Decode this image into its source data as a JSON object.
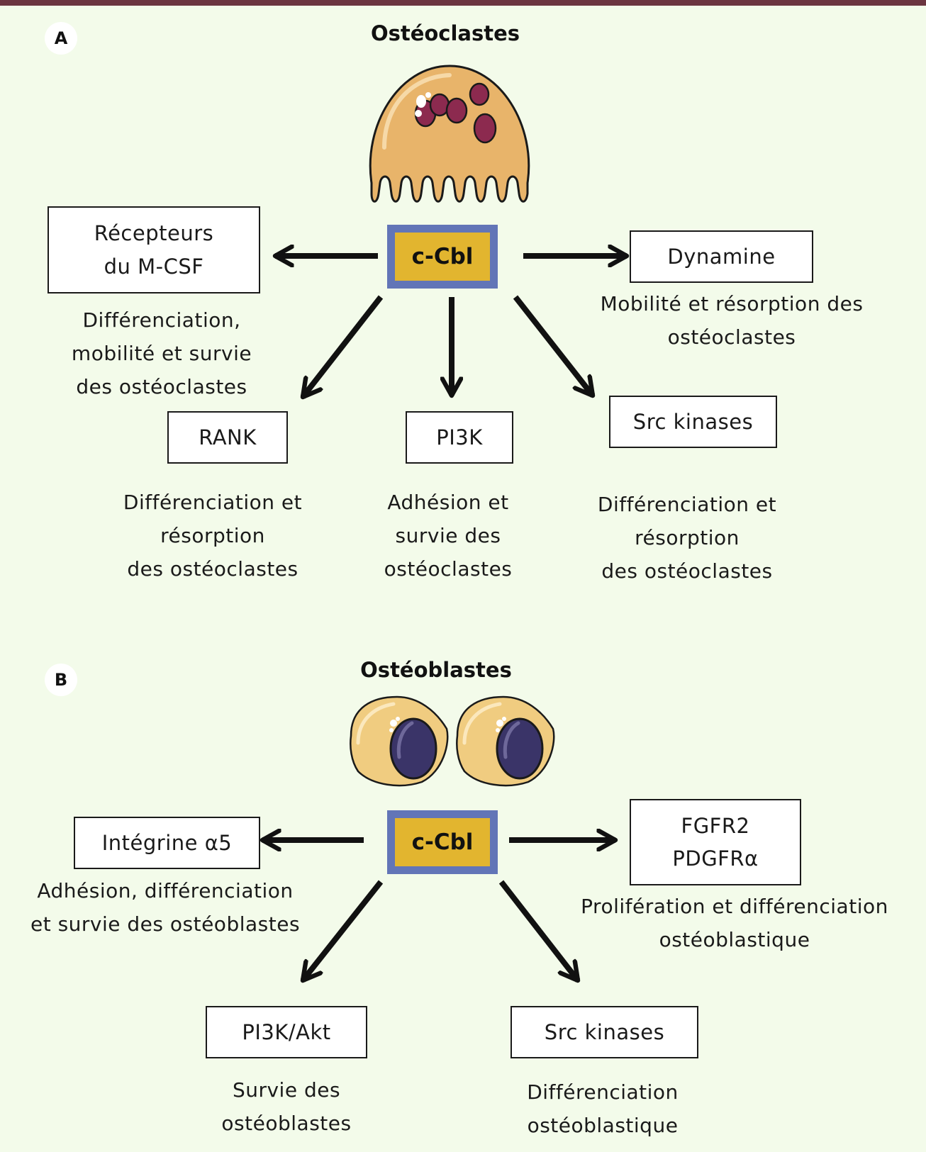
{
  "panels": {
    "A": {
      "letter": "A",
      "title": "Ostéoclastes",
      "center": "c-Cbl",
      "targets": [
        {
          "name": "receptors",
          "label_lines": [
            "Récepteurs",
            "du M-CSF"
          ],
          "effect_lines": [
            "Différenciation,",
            "mobilité et survie",
            "des ostéoclastes"
          ]
        },
        {
          "name": "dynamine",
          "label_lines": [
            "Dynamine"
          ],
          "effect_lines": [
            "Mobilité et résorption des",
            "ostéoclastes"
          ]
        },
        {
          "name": "rank",
          "label_lines": [
            "RANK"
          ],
          "effect_lines": [
            "Différenciation et",
            "résorption",
            "des ostéoclastes"
          ]
        },
        {
          "name": "pi3k",
          "label_lines": [
            "PI3K"
          ],
          "effect_lines": [
            "Adhésion et",
            "survie des",
            "ostéoclastes"
          ]
        },
        {
          "name": "src",
          "label_lines": [
            "Src kinases"
          ],
          "effect_lines": [
            "Différenciation et",
            "résorption",
            "des ostéoclastes"
          ]
        }
      ]
    },
    "B": {
      "letter": "B",
      "title": "Ostéoblastes",
      "center": "c-Cbl",
      "targets": [
        {
          "name": "integrin",
          "label_lines": [
            "Intégrine α5"
          ],
          "effect_lines": [
            "Adhésion, différenciation",
            "et survie des ostéoblastes"
          ]
        },
        {
          "name": "fgfr",
          "label_lines": [
            "FGFR2",
            "PDGFRα"
          ],
          "effect_lines": [
            "Prolifération et différenciation",
            "ostéoblastique"
          ]
        },
        {
          "name": "pi3k-akt",
          "label_lines": [
            "PI3K/Akt"
          ],
          "effect_lines": [
            "Survie des",
            "ostéoblastes"
          ]
        },
        {
          "name": "src",
          "label_lines": [
            "Src kinases"
          ],
          "effect_lines": [
            "Différenciation",
            "ostéoblastique"
          ]
        }
      ]
    }
  },
  "colors": {
    "background": "#f3fbea",
    "top_bar": "#6b3540",
    "cbl_border": "#6275b7",
    "cbl_fill": "#e2b52f",
    "osteoclast_body": "#e8b46a",
    "osteoclast_nucleus": "#8c2a4f",
    "osteoblast_body": "#f0cc80",
    "osteoblast_nucleus": "#3a3468"
  }
}
